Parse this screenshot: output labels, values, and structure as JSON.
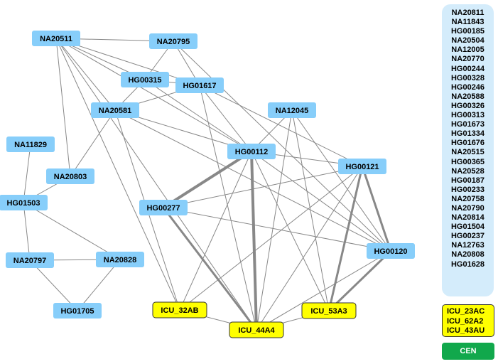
{
  "graph": {
    "colors": {
      "sample_node": "#87cefa",
      "icu_node": "#ffff00",
      "cen": "#11a84c",
      "edge": "#888888",
      "side_list_bg": "#d4ecfb"
    },
    "nodes": [
      {
        "id": "NA20511",
        "type": "sample"
      },
      {
        "id": "NA20795",
        "type": "sample"
      },
      {
        "id": "HG00315",
        "type": "sample"
      },
      {
        "id": "HG01617",
        "type": "sample"
      },
      {
        "id": "NA20581",
        "type": "sample"
      },
      {
        "id": "NA12045",
        "type": "sample"
      },
      {
        "id": "NA11829",
        "type": "sample"
      },
      {
        "id": "HG00112",
        "type": "sample"
      },
      {
        "id": "HG00121",
        "type": "sample"
      },
      {
        "id": "NA20803",
        "type": "sample"
      },
      {
        "id": "HG01503",
        "type": "sample"
      },
      {
        "id": "HG00277",
        "type": "sample"
      },
      {
        "id": "HG00120",
        "type": "sample"
      },
      {
        "id": "NA20797",
        "type": "sample"
      },
      {
        "id": "NA20828",
        "type": "sample"
      },
      {
        "id": "HG01705",
        "type": "sample"
      },
      {
        "id": "ICU_32AB",
        "type": "icu"
      },
      {
        "id": "ICU_44A4",
        "type": "icu"
      },
      {
        "id": "ICU_53A3",
        "type": "icu"
      }
    ],
    "edges": [
      [
        "NA20511",
        "NA20795",
        1
      ],
      [
        "NA20511",
        "HG00315",
        1
      ],
      [
        "NA20511",
        "HG01617",
        1
      ],
      [
        "NA20511",
        "NA20581",
        1
      ],
      [
        "NA20511",
        "HG00112",
        1
      ],
      [
        "NA20511",
        "NA20803",
        1
      ],
      [
        "NA20511",
        "ICU_32AB",
        1
      ],
      [
        "NA20511",
        "ICU_44A4",
        1
      ],
      [
        "NA20795",
        "HG00315",
        1
      ],
      [
        "NA20795",
        "HG01617",
        1
      ],
      [
        "NA20795",
        "HG00120",
        1
      ],
      [
        "HG00315",
        "HG01617",
        1
      ],
      [
        "HG00315",
        "HG00112",
        1
      ],
      [
        "HG00315",
        "NA20581",
        1
      ],
      [
        "HG01617",
        "NA20581",
        1
      ],
      [
        "HG01617",
        "HG00112",
        1
      ],
      [
        "HG01617",
        "HG00121",
        1
      ],
      [
        "HG01617",
        "ICU_44A4",
        1
      ],
      [
        "NA20581",
        "NA20803",
        1
      ],
      [
        "NA20581",
        "ICU_32AB",
        1
      ],
      [
        "NA20581",
        "HG00120",
        1
      ],
      [
        "NA20581",
        "HG00112",
        1
      ],
      [
        "NA12045",
        "HG00112",
        1
      ],
      [
        "NA12045",
        "HG00120",
        1
      ],
      [
        "NA12045",
        "ICU_44A4",
        1
      ],
      [
        "NA12045",
        "ICU_53A3",
        1
      ],
      [
        "HG00112",
        "HG00121",
        1
      ],
      [
        "HG00112",
        "HG00120",
        1
      ],
      [
        "HG00112",
        "ICU_32AB",
        1
      ],
      [
        "HG00112",
        "ICU_53A3",
        1
      ],
      [
        "HG00112",
        "HG00277",
        4
      ],
      [
        "HG00112",
        "ICU_44A4",
        4
      ],
      [
        "HG00121",
        "HG00277",
        1
      ],
      [
        "HG00121",
        "ICU_32AB",
        1
      ],
      [
        "HG00121",
        "ICU_44A4",
        1
      ],
      [
        "HG00121",
        "ICU_53A3",
        3
      ],
      [
        "HG00121",
        "HG00120",
        3
      ],
      [
        "HG00277",
        "HG00120",
        1
      ],
      [
        "HG00277",
        "ICU_44A4",
        3
      ],
      [
        "HG00120",
        "ICU_44A4",
        1
      ],
      [
        "HG00120",
        "ICU_53A3",
        3
      ],
      [
        "ICU_32AB",
        "ICU_44A4",
        1
      ],
      [
        "ICU_44A4",
        "ICU_53A3",
        1
      ],
      [
        "NA11829",
        "HG01503",
        1
      ],
      [
        "NA20803",
        "HG01503",
        1
      ],
      [
        "HG01503",
        "NA20797",
        1
      ],
      [
        "HG01503",
        "NA20828",
        1
      ],
      [
        "NA20797",
        "NA20828",
        1
      ],
      [
        "NA20797",
        "HG01705",
        1
      ],
      [
        "NA20828",
        "HG01705",
        1
      ]
    ]
  },
  "side_list": {
    "items": [
      "NA20811",
      "NA11843",
      "HG00185",
      "NA20504",
      "NA12005",
      "NA20770",
      "HG00244",
      "HG00328",
      "HG00246",
      "NA20588",
      "HG00326",
      "HG00313",
      "HG01673",
      "HG01334",
      "HG01676",
      "NA20515",
      "HG00365",
      "NA20528",
      "HG00187",
      "HG00233",
      "NA20758",
      "NA20790",
      "NA20814",
      "HG01504",
      "HG00237",
      "NA12763",
      "NA20808",
      "HG01628"
    ]
  },
  "icu_list": {
    "items": [
      "ICU_23AC",
      "ICU_62A2",
      "ICU_43AU"
    ]
  },
  "cen": {
    "label": "CEN"
  }
}
